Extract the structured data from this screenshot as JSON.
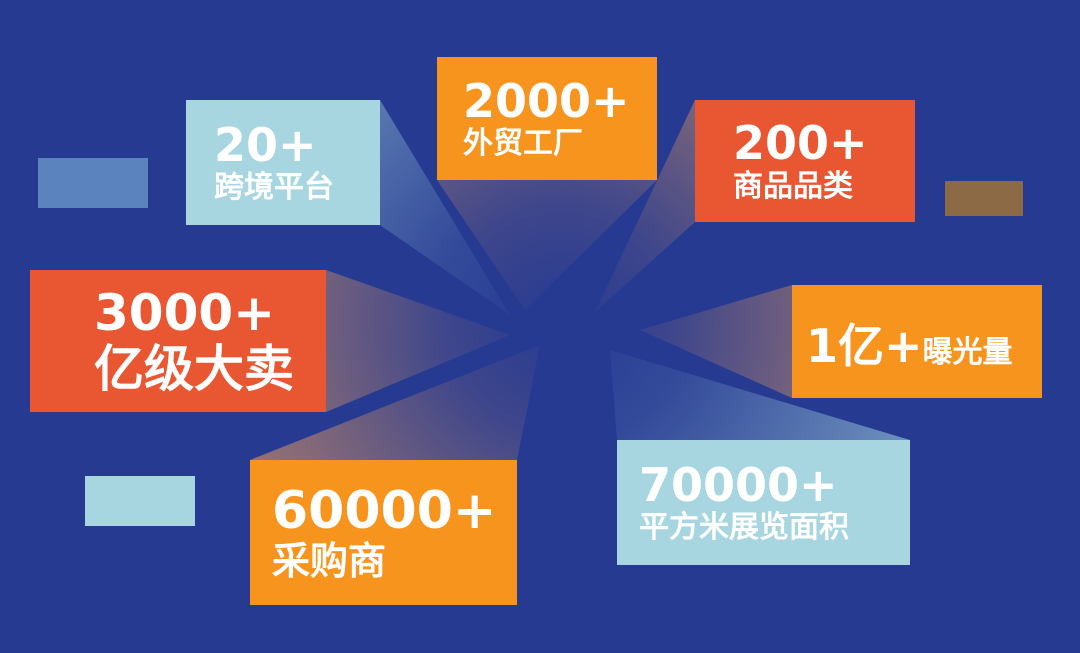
{
  "colors": {
    "background": "#263a92",
    "light_blue": "#a7d6e0",
    "orange": "#f7941d",
    "red_orange": "#e95632",
    "muted_blue": "#5b84bf",
    "brown": "#8b6a45"
  },
  "stats": [
    {
      "id": "platforms",
      "number": "20+",
      "label": "跨境平台"
    },
    {
      "id": "factories",
      "number": "2000+",
      "label": "外贸工厂"
    },
    {
      "id": "categories",
      "number": "200+",
      "label": "商品品类"
    },
    {
      "id": "sellers",
      "number": "3000+",
      "label": "亿级大卖"
    },
    {
      "id": "exposure",
      "number": "1亿+",
      "label": "曝光量"
    },
    {
      "id": "buyers",
      "number": "60000+",
      "label": "采购商"
    },
    {
      "id": "area",
      "number": "70000+",
      "label": "平方米展览面积"
    }
  ]
}
